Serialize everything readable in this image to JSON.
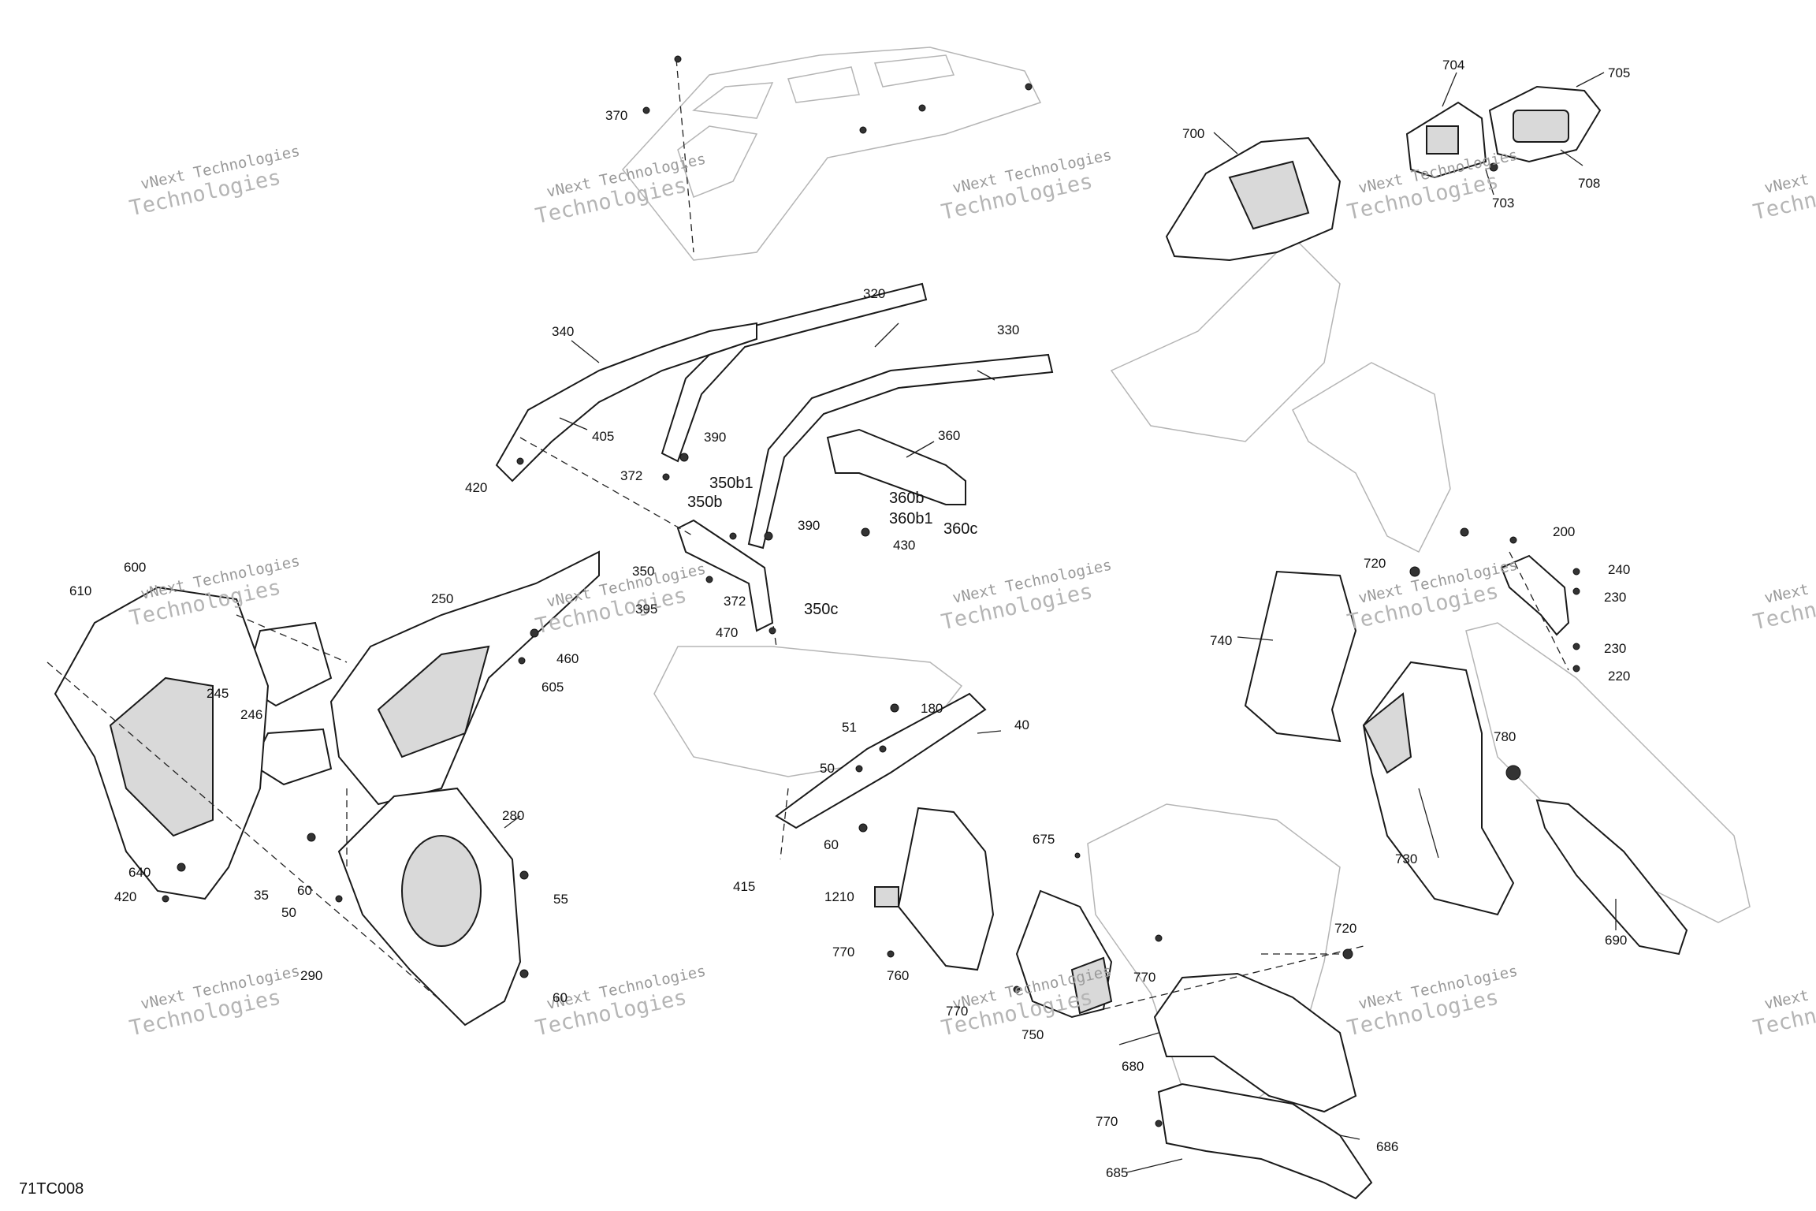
{
  "diagram_code": "71TC008",
  "watermark": {
    "line1": "vNext Technologies",
    "line2": "Technologies"
  },
  "callouts": [
    "370",
    "700",
    "704",
    "705",
    "708",
    "703",
    "320",
    "330",
    "340",
    "405",
    "390",
    "420",
    "372",
    "350b1",
    "350b",
    "360",
    "360b",
    "360b1",
    "360c",
    "430",
    "390",
    "600",
    "610",
    "250",
    "350",
    "395",
    "372",
    "470",
    "350c",
    "720",
    "200",
    "240",
    "230",
    "230",
    "220",
    "740",
    "245",
    "246",
    "460",
    "605",
    "180",
    "40",
    "51",
    "50",
    "780",
    "730",
    "690",
    "280",
    "640",
    "420",
    "35",
    "60",
    "50",
    "55",
    "290",
    "60",
    "60",
    "415",
    "675",
    "1210",
    "770",
    "720",
    "770",
    "760",
    "770",
    "750",
    "680",
    "770",
    "685",
    "686"
  ]
}
